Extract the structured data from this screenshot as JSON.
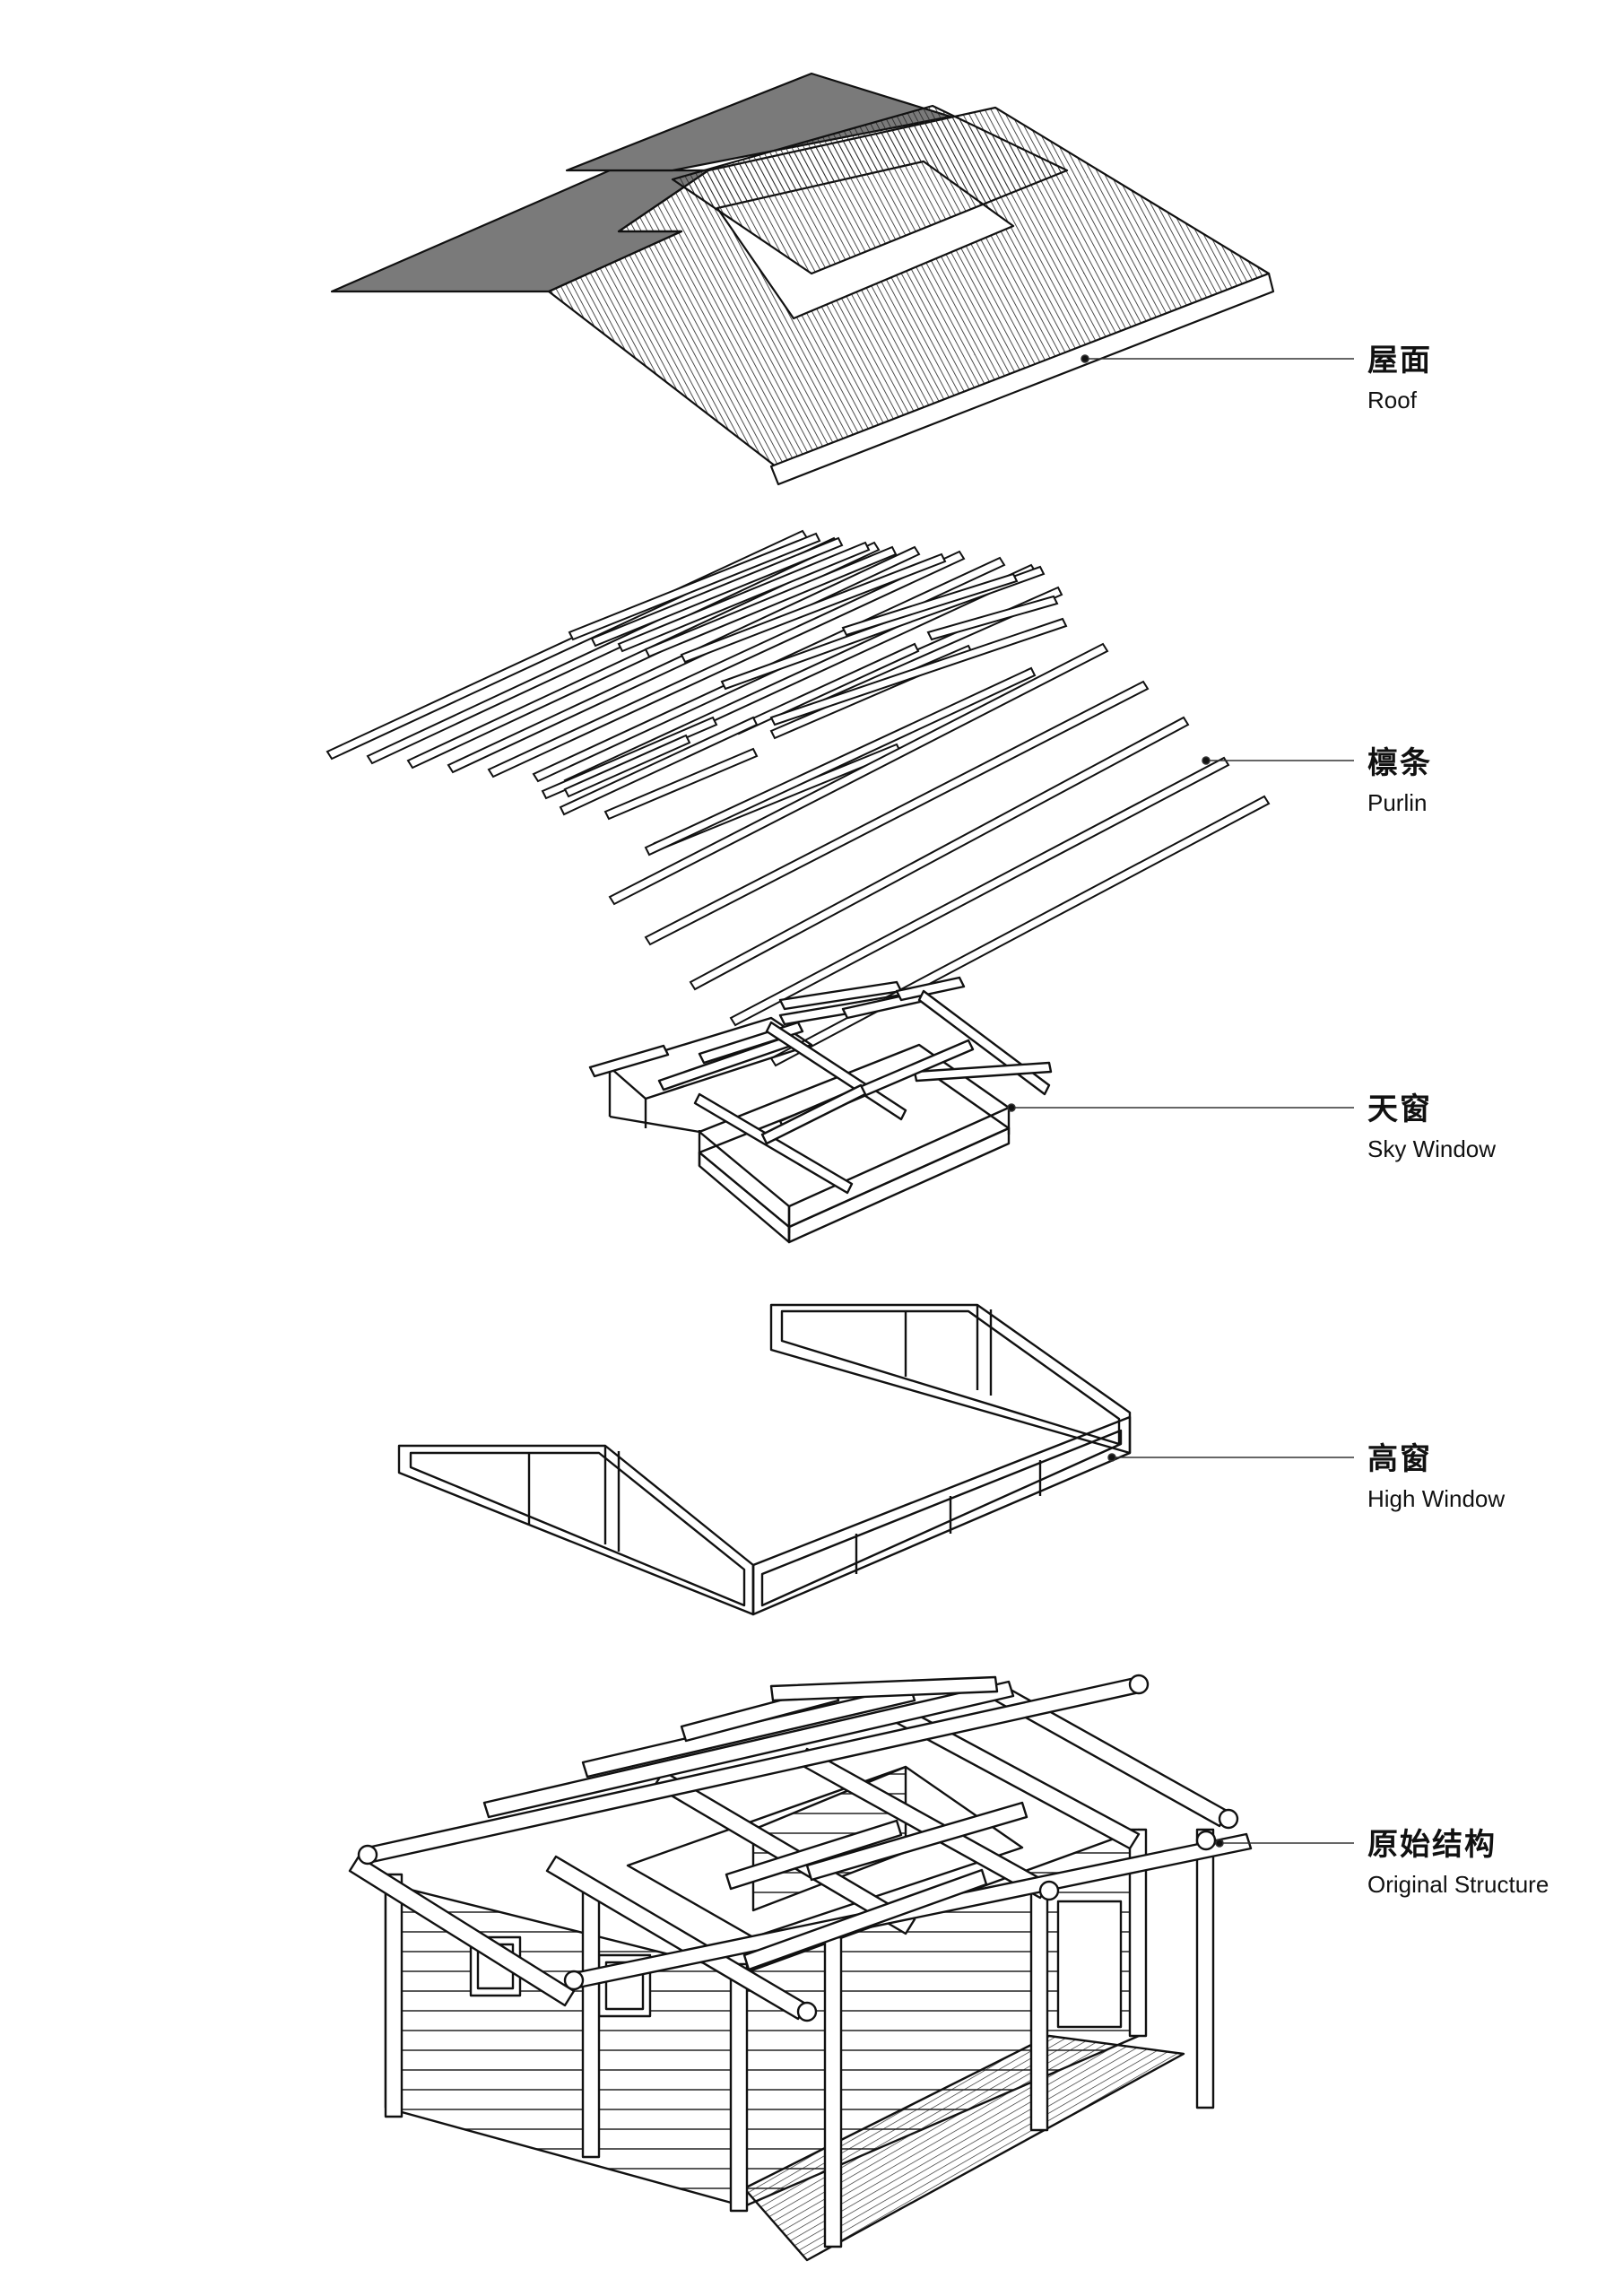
{
  "labels": {
    "roof": {
      "cn": "屋面",
      "en": "Roof"
    },
    "purlin": {
      "cn": "檩条",
      "en": "Purlin"
    },
    "sky_window": {
      "cn": "天窗",
      "en": "Sky Window"
    },
    "high_window": {
      "cn": "高窗",
      "en": "High Window"
    },
    "original_structure": {
      "cn": "原始结构",
      "en": "Original Structure"
    }
  },
  "colors": {
    "line": "#111111",
    "roof_shade": "#7a7a7a",
    "background": "#ffffff"
  }
}
